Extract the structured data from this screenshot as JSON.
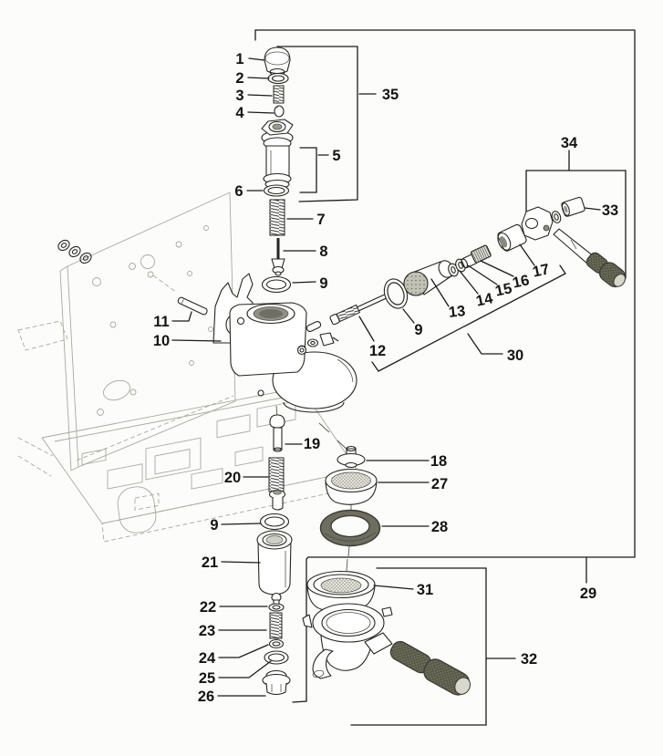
{
  "diagram": {
    "kind": "exploded-parts-diagram",
    "colors": {
      "paper": "#fcfcfa",
      "line": "#1b1b1b",
      "frame_line": "#a9a9a0",
      "dark_part": "#6e6e60"
    },
    "callouts": {
      "c1": {
        "text": "1"
      },
      "c2": {
        "text": "2"
      },
      "c3": {
        "text": "3"
      },
      "c4": {
        "text": "4"
      },
      "c5": {
        "text": "5"
      },
      "c6": {
        "text": "6"
      },
      "c7": {
        "text": "7"
      },
      "c8": {
        "text": "8"
      },
      "c9a": {
        "text": "9"
      },
      "c9b": {
        "text": "9"
      },
      "c9c": {
        "text": "9"
      },
      "c10": {
        "text": "10"
      },
      "c11": {
        "text": "11"
      },
      "c12": {
        "text": "12"
      },
      "c13": {
        "text": "13"
      },
      "c14": {
        "text": "14"
      },
      "c15": {
        "text": "15"
      },
      "c16": {
        "text": "16"
      },
      "c17": {
        "text": "17"
      },
      "c18": {
        "text": "18"
      },
      "c19": {
        "text": "19"
      },
      "c20": {
        "text": "20"
      },
      "c21": {
        "text": "21"
      },
      "c22": {
        "text": "22"
      },
      "c23": {
        "text": "23"
      },
      "c24": {
        "text": "24"
      },
      "c25": {
        "text": "25"
      },
      "c26": {
        "text": "26"
      },
      "c27": {
        "text": "27"
      },
      "c28": {
        "text": "28"
      },
      "c29": {
        "text": "29"
      },
      "c30": {
        "text": "30"
      },
      "c31": {
        "text": "31"
      },
      "c32": {
        "text": "32"
      },
      "c33": {
        "text": "33"
      },
      "c34": {
        "text": "34"
      },
      "c35": {
        "text": "35"
      }
    }
  }
}
